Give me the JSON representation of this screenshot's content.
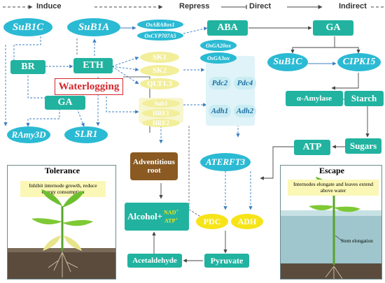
{
  "legend": {
    "induce": "Induce",
    "repress": "Repress",
    "direct": "Direct",
    "indirect": "Indirect"
  },
  "nodes": {
    "sub1c": "SuB1C",
    "sub1a": "SuB1A",
    "osaba": "OsABA8ox1",
    "oscyp": "OsCYP707A5",
    "aba": "ABA",
    "ga_top": "GA",
    "osga2ox": "OsGA20ox",
    "osga3ox": "OsGA3ox",
    "br": "BR",
    "eth": "ETH",
    "sk1": "SK1",
    "sk2": "SK2",
    "qtl": "QLT1.3",
    "sub1c_r": "SuB1C",
    "cipk15": "CIPK15",
    "waterlogging": "Waterlogging",
    "pdc2": "Pdc2",
    "pdc4": "Pdc4",
    "amylase": "α-Amylase",
    "starch": "Starch",
    "ga_mid": "GA",
    "sub1": "Sub1",
    "hre1": "HRE1",
    "hre2": "HRE2",
    "adh1": "Adh1",
    "adh2": "Adh2",
    "ramy": "RAmy3D",
    "slr1": "SLR1",
    "aterf": "ATERFT3",
    "sugars": "Sugars",
    "atp": "ATP",
    "adv": "Adventitious root",
    "alcohol": "Alcohol+",
    "nad": "NAD",
    "nad_sup": "+",
    "atp_small": "ATP",
    "atp_sup": "+",
    "pdc": "PDC",
    "adh": "ADH",
    "acetaldehyde": "Acetaldehyde",
    "pyruvate": "Pyruvate"
  },
  "tolerance": {
    "title": "Tolerance",
    "note": "Inhibit internode growth, reduce energy consumption"
  },
  "escape": {
    "title": "Escape",
    "note": "Internodes elongate and leaves extend above water",
    "stem": "Stem elongation"
  },
  "colors": {
    "teal": "#21b3a0",
    "blue": "#2bbad3",
    "pale": "#c9ecf3",
    "yellow": "#f6e418",
    "brown": "#8a5a22",
    "red": "#d4262c"
  }
}
